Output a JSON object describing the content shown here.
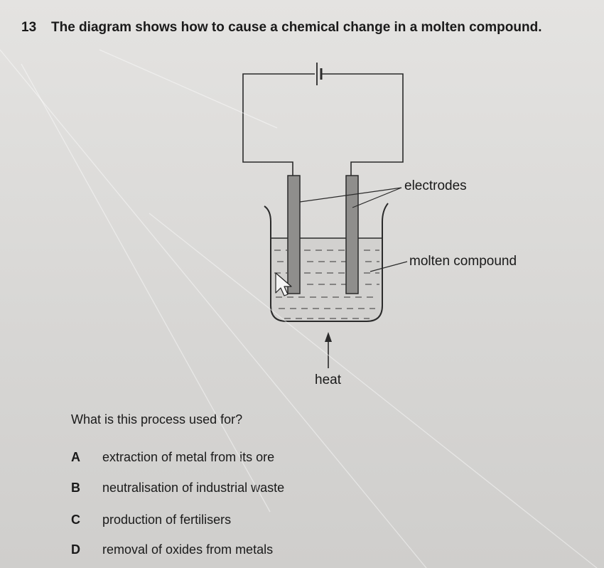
{
  "question": {
    "number": "13",
    "text": "The diagram shows how to cause a chemical change in a molten compound."
  },
  "diagram": {
    "labels": {
      "electrodes": "electrodes",
      "molten_compound": "molten compound",
      "heat": "heat"
    }
  },
  "prompt": "What is this process used for?",
  "options": [
    {
      "letter": "A",
      "text": "extraction of metal from its ore"
    },
    {
      "letter": "B",
      "text": "neutralisation of industrial waste"
    },
    {
      "letter": "C",
      "text": "production of fertilisers"
    },
    {
      "letter": "D",
      "text": "removal of oxides from metals"
    }
  ]
}
